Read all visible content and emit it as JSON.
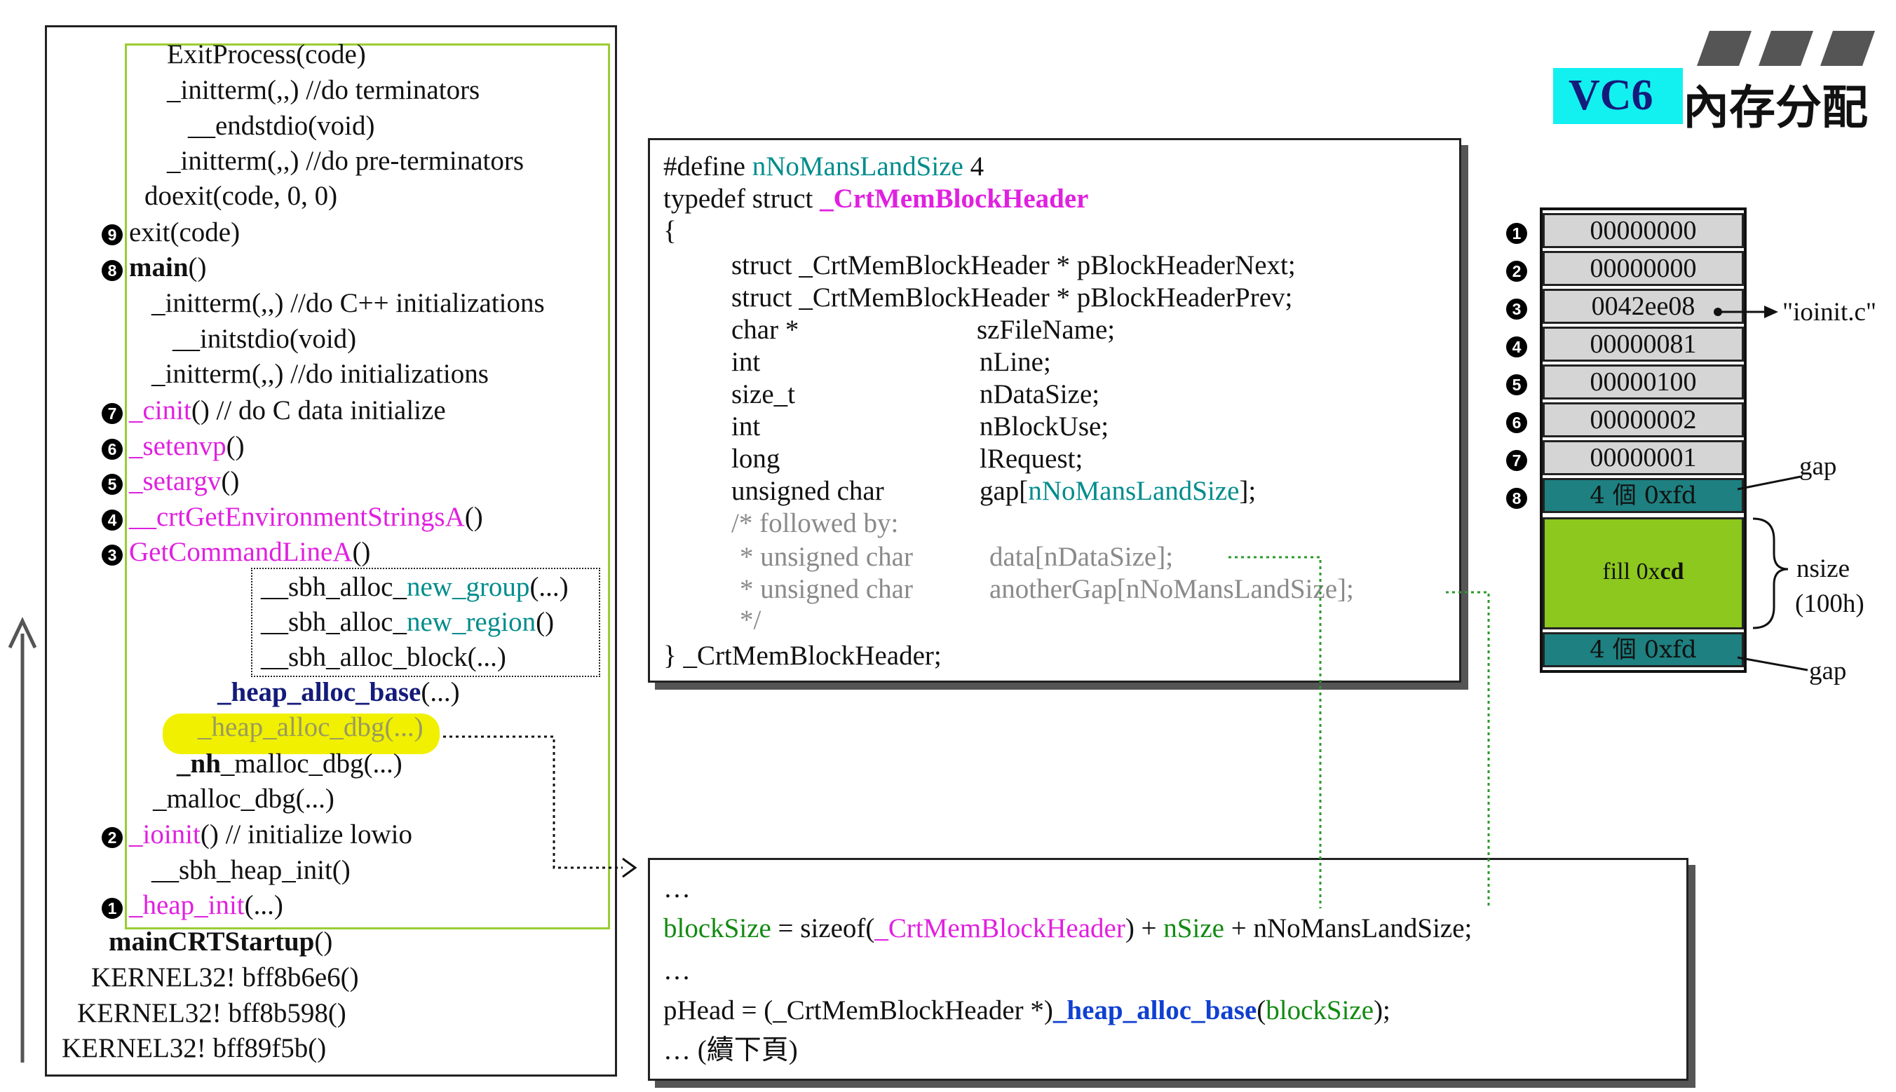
{
  "title": {
    "vc6": "VC6",
    "cjk": "內存分配"
  },
  "call_stack": {
    "lines": [
      "ExitProcess(code)",
      "_initterm(,,)    //do terminators",
      "__endstdio(void)",
      "_initterm(,,)    //do pre-terminators",
      "doexit(code, 0, 0)",
      "exit(code)",
      "main",
      "()",
      "_initterm(,,)   //do C++ initializations",
      "__initstdio(void)",
      "_initterm(,,)   //do initializations",
      "_cinit",
      "()   // do C data initialize",
      "_setenvp",
      "()",
      "_setargv",
      "()",
      "__crtGetEnvironmentStringsA",
      "()",
      "GetCommandLineA",
      "()",
      "__sbh_alloc_",
      "new_group",
      "(...)",
      "__sbh_alloc_",
      "new_region",
      "()",
      "__sbh_alloc_block(...)",
      "_heap_alloc_base",
      "(...)",
      "_heap_alloc_dbg(...)",
      "_nh",
      "_malloc_dbg(...)",
      "_malloc_dbg(...)",
      "_ioinit",
      "()  // initialize lowio",
      "__sbh_heap_init()",
      "_heap_init",
      "(...)",
      "mainCRTStartup",
      "()",
      "KERNEL32! bff8b6e6()",
      "KERNEL32! bff8b598()",
      "KERNEL32! bff89f5b()"
    ],
    "markers": [
      "9",
      "8",
      "7",
      "6",
      "5",
      "4",
      "3",
      "2",
      "1"
    ]
  },
  "struct_panel": {
    "lines": [
      "#define ",
      "nNoMansLandSize",
      " 4",
      "typedef struct ",
      "_CrtMemBlockHeader",
      "{",
      "struct _CrtMemBlockHeader * pBlockHeaderNext;",
      "struct _CrtMemBlockHeader * pBlockHeaderPrev;",
      "char *",
      "szFileName;",
      "int",
      "nLine;",
      "size_t",
      "nDataSize;",
      "int",
      "nBlockUse;",
      "long",
      "lRequest;",
      "unsigned char",
      "gap[",
      "nNoMansLandSize",
      "];",
      "/* followed by:",
      "*   unsigned char",
      "data[nDataSize];",
      "*   unsigned char",
      "anotherGap[nNoMansLandSize];",
      "*/",
      "} _CrtMemBlockHeader;"
    ]
  },
  "code_panel": {
    "lines": [
      "…",
      "blockSize",
      " = sizeof(",
      "_CrtMemBlockHeader",
      ") + ",
      "nSize",
      " + nNoMansLandSize;",
      "…",
      "pHead = (_CrtMemBlockHeader *)",
      "_heap_alloc_base",
      "(",
      "blockSize",
      ");",
      "… (續下頁)"
    ]
  },
  "memory": {
    "cells": [
      "00000000",
      "00000000",
      "0042ee08",
      "00000081",
      "00000100",
      "00000002",
      "00000001"
    ],
    "markers": [
      "1",
      "2",
      "3",
      "4",
      "5",
      "6",
      "7",
      "8"
    ],
    "gap_top": "4 個 0xfd",
    "fill_prefix": "fill 0x",
    "fill_bold": "cd",
    "gap_bottom": "4 個 0xfd",
    "file_label": "\"ioinit.c\"",
    "gap_label_top": "gap",
    "nsize_label": "nsize",
    "nsize_value": "(100h)",
    "gap_label_bottom": "gap"
  },
  "colors": {
    "magenta": "#e020e0",
    "teal": "#008c8c",
    "green": "#118a11",
    "blue": "#1040d0",
    "navy": "#141b7a",
    "gap_cell": "#1e8080",
    "data_cell": "#8cc81e",
    "title_bg": "#12f0f0",
    "highlight": "#f0f000",
    "lime_border": "#9acd32"
  }
}
